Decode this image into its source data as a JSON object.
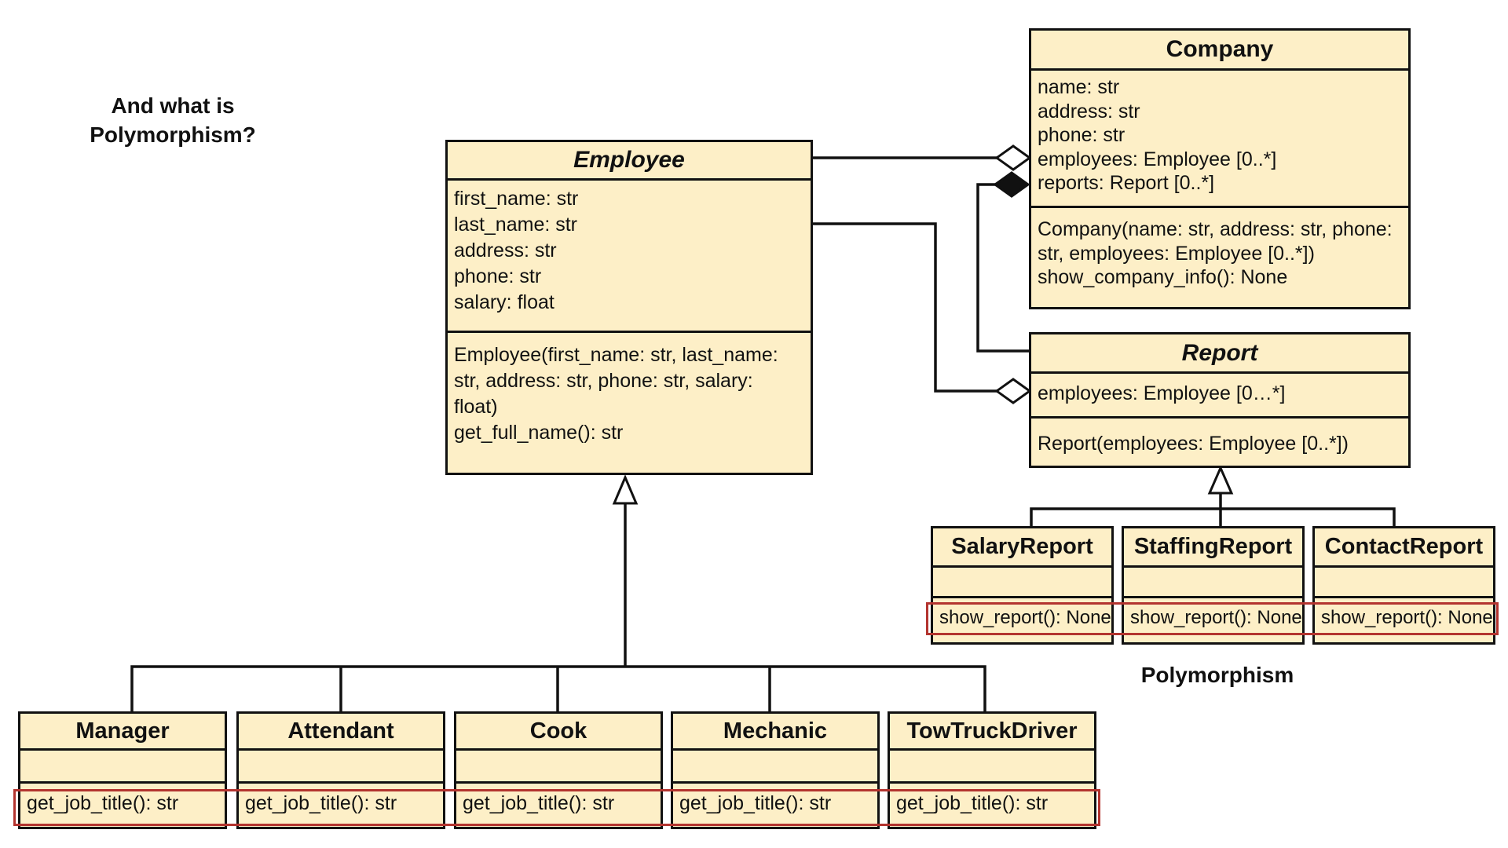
{
  "heading_line1": "And what is",
  "heading_line2": "Polymorphism?",
  "polymorphism_label": "Polymorphism",
  "colors": {
    "box_fill": "#fdefc7",
    "line": "#111111",
    "highlight": "#b3342f"
  },
  "employee": {
    "name": "Employee",
    "attributes": [
      "first_name: str",
      "last_name: str",
      "address: str",
      "phone: str",
      "salary: float"
    ],
    "methods": [
      "Employee(first_name: str, last_name:",
      "str, address: str, phone: str, salary:",
      "float)",
      "get_full_name(): str"
    ]
  },
  "company": {
    "name": "Company",
    "attributes": [
      "name: str",
      "address: str",
      "phone: str",
      "employees: Employee [0..*]",
      "reports: Report [0..*]"
    ],
    "methods": [
      "Company(name: str, address: str, phone:",
      "str, employees: Employee [0..*])",
      "show_company_info(): None"
    ]
  },
  "report": {
    "name": "Report",
    "attributes": [
      "employees: Employee [0…*]"
    ],
    "methods": [
      "Report(employees: Employee [0..*])"
    ]
  },
  "report_subclasses": [
    {
      "name": "SalaryReport",
      "method": "show_report(): None"
    },
    {
      "name": "StaffingReport",
      "method": "show_report(): None"
    },
    {
      "name": "ContactReport",
      "method": "show_report(): None"
    }
  ],
  "employee_subclasses": [
    {
      "name": "Manager",
      "method": "get_job_title(): str"
    },
    {
      "name": "Attendant",
      "method": "get_job_title(): str"
    },
    {
      "name": "Cook",
      "method": "get_job_title(): str"
    },
    {
      "name": "Mechanic",
      "method": "get_job_title(): str"
    },
    {
      "name": "TowTruckDriver",
      "method": "get_job_title(): str"
    }
  ]
}
